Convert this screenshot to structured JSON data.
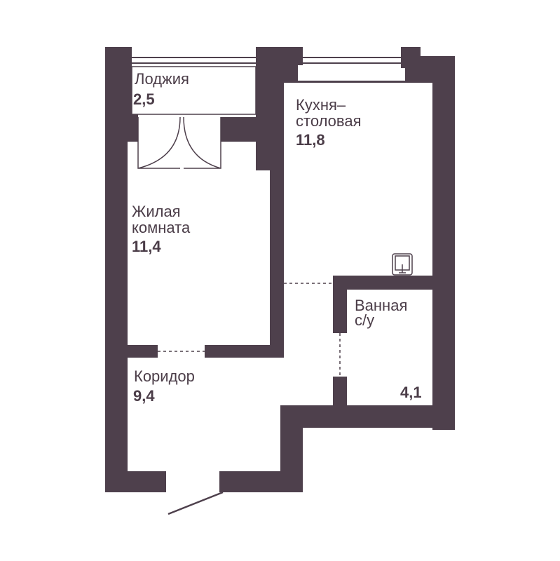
{
  "colors": {
    "wall": "#4e404c",
    "background": "#ffffff"
  },
  "rooms": {
    "loggia": {
      "name": "Лоджия",
      "area": "2,5"
    },
    "kitchen": {
      "name_line1": "Кухня–",
      "name_line2": "столовая",
      "area": "11,8"
    },
    "living": {
      "name_line1": "Жилая",
      "name_line2": "комната",
      "area": "11,4"
    },
    "bathroom": {
      "name_line1": "Ванная",
      "name_line2": "с/у",
      "area": "4,1"
    },
    "corridor": {
      "name": "Коридор",
      "area": "9,4"
    }
  },
  "icons": {
    "sink": "sink-icon"
  }
}
